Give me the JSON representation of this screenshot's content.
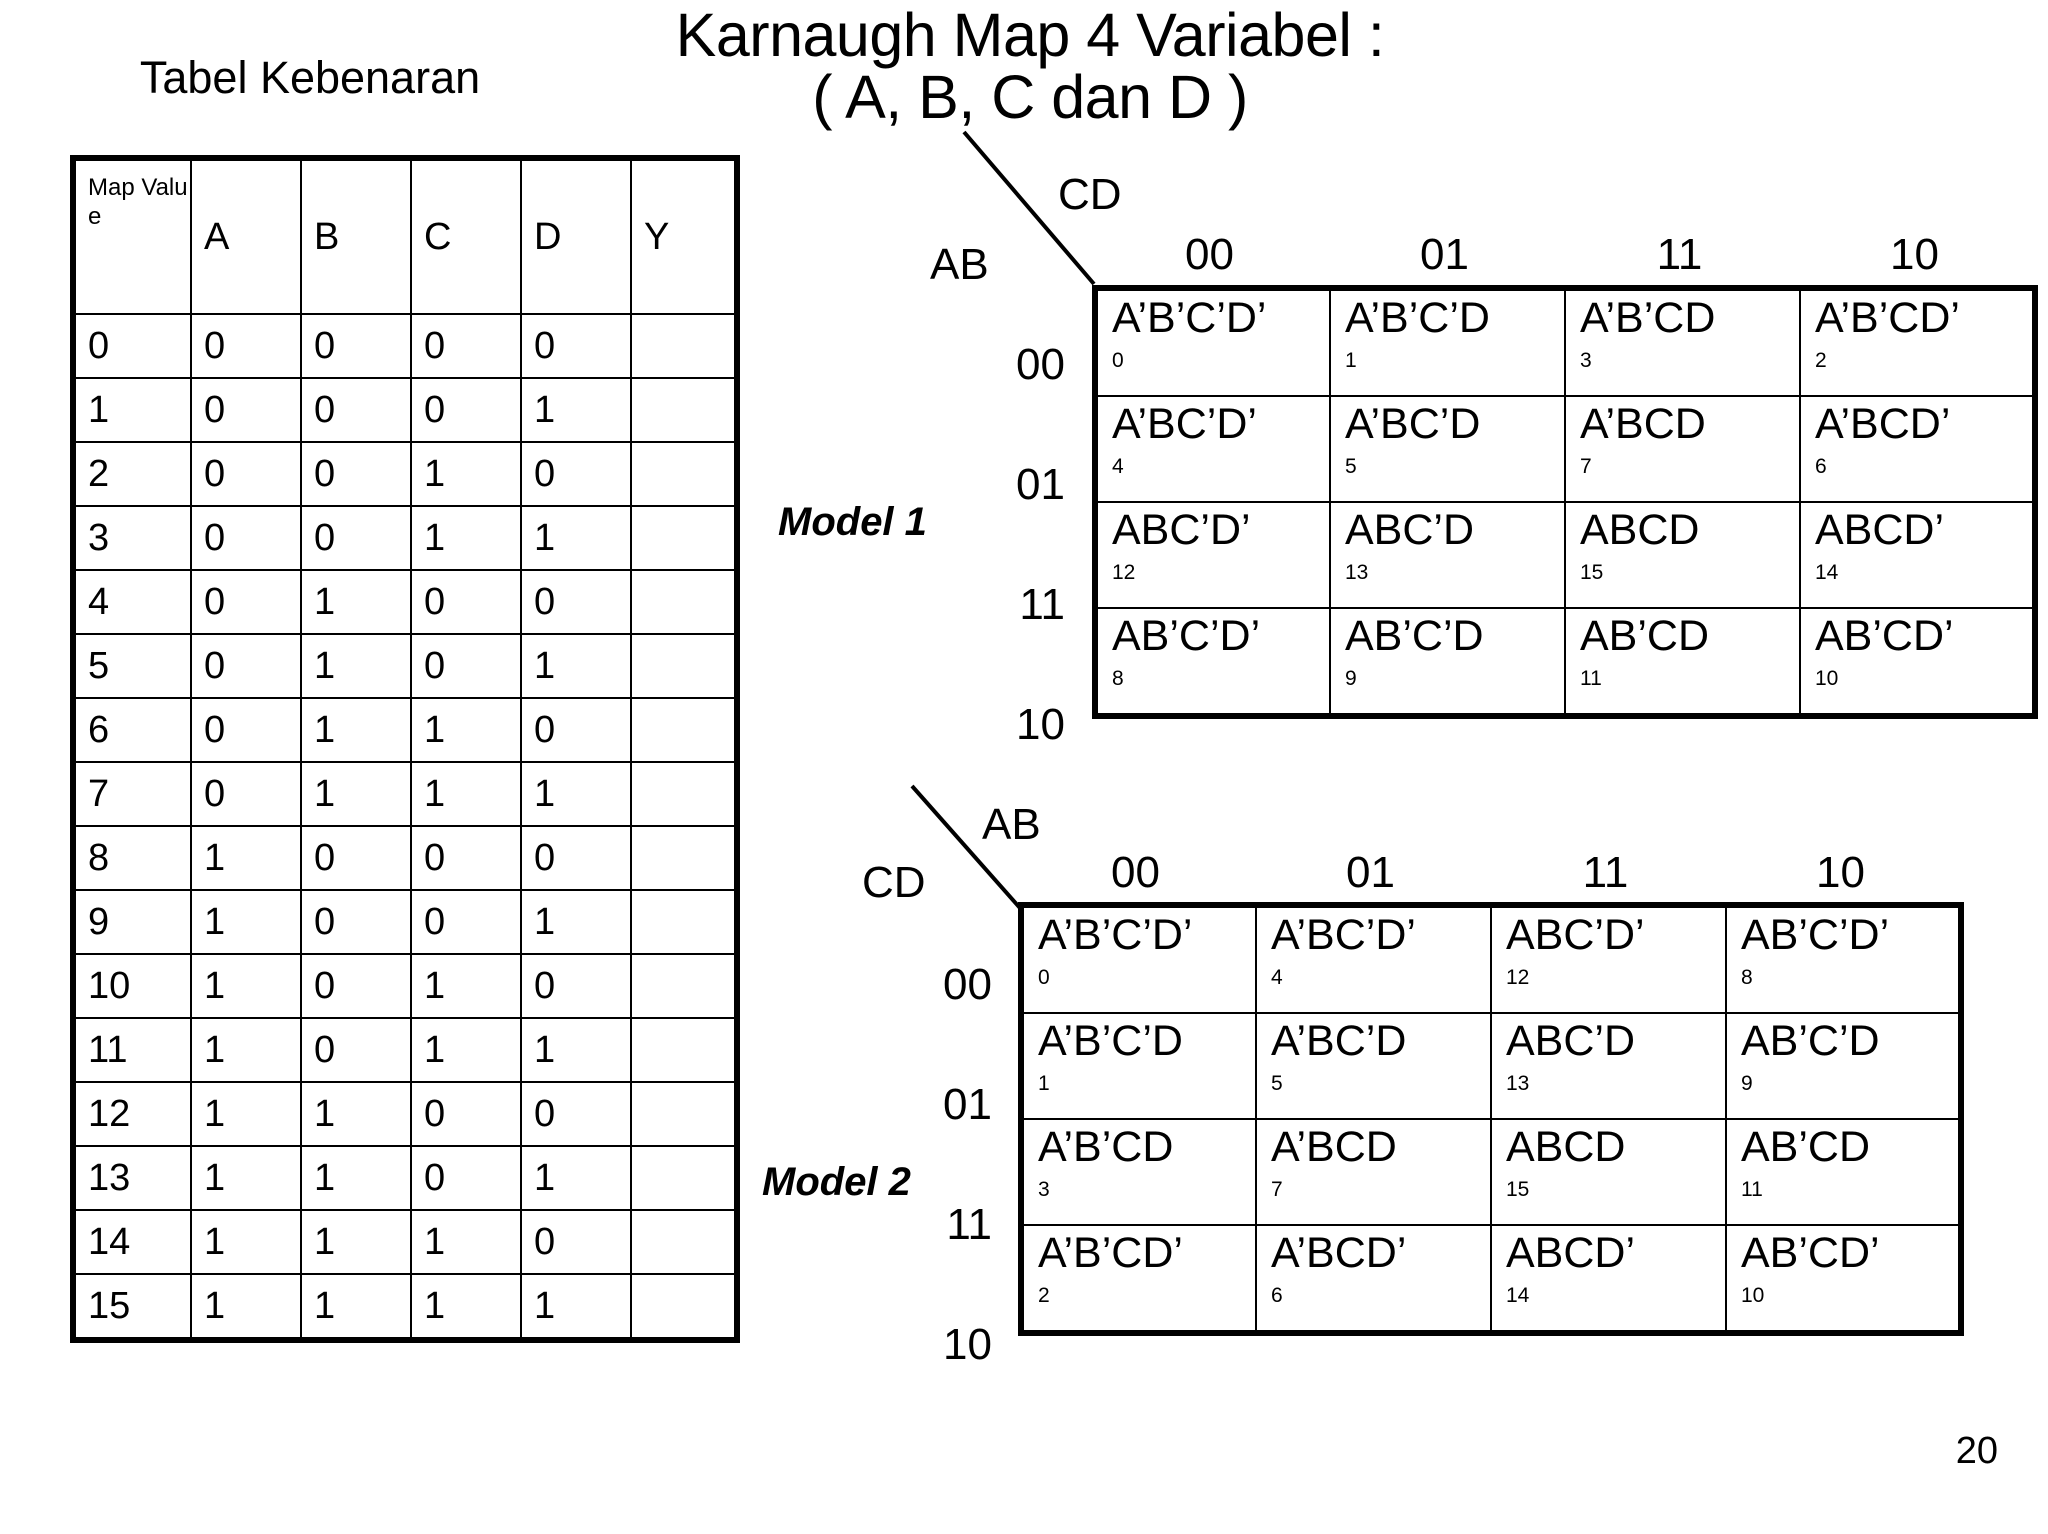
{
  "slide": {
    "title_line1": "Karnaugh Map 4 Variabel :",
    "title_line2": "( A, B, C dan D )",
    "page_number": "20"
  },
  "truth_table": {
    "caption": "Tabel Kebenaran",
    "headers": [
      "Map Value",
      "A",
      "B",
      "C",
      "D",
      "Y"
    ],
    "header_map_value": "Map Value",
    "rows": [
      {
        "map": "0",
        "a": "0",
        "b": "0",
        "c": "0",
        "d": "0",
        "y": ""
      },
      {
        "map": "1",
        "a": "0",
        "b": "0",
        "c": "0",
        "d": "1",
        "y": ""
      },
      {
        "map": "2",
        "a": "0",
        "b": "0",
        "c": "1",
        "d": "0",
        "y": ""
      },
      {
        "map": "3",
        "a": "0",
        "b": "0",
        "c": "1",
        "d": "1",
        "y": ""
      },
      {
        "map": "4",
        "a": "0",
        "b": "1",
        "c": "0",
        "d": "0",
        "y": ""
      },
      {
        "map": "5",
        "a": "0",
        "b": "1",
        "c": "0",
        "d": "1",
        "y": ""
      },
      {
        "map": "6",
        "a": "0",
        "b": "1",
        "c": "1",
        "d": "0",
        "y": ""
      },
      {
        "map": "7",
        "a": "0",
        "b": "1",
        "c": "1",
        "d": "1",
        "y": ""
      },
      {
        "map": "8",
        "a": "1",
        "b": "0",
        "c": "0",
        "d": "0",
        "y": ""
      },
      {
        "map": "9",
        "a": "1",
        "b": "0",
        "c": "0",
        "d": "1",
        "y": ""
      },
      {
        "map": "10",
        "a": "1",
        "b": "0",
        "c": "1",
        "d": "0",
        "y": ""
      },
      {
        "map": "11",
        "a": "1",
        "b": "0",
        "c": "1",
        "d": "1",
        "y": ""
      },
      {
        "map": "12",
        "a": "1",
        "b": "1",
        "c": "0",
        "d": "0",
        "y": ""
      },
      {
        "map": "13",
        "a": "1",
        "b": "1",
        "c": "0",
        "d": "1",
        "y": ""
      },
      {
        "map": "14",
        "a": "1",
        "b": "1",
        "c": "1",
        "d": "0",
        "y": ""
      },
      {
        "map": "15",
        "a": "1",
        "b": "1",
        "c": "1",
        "d": "1",
        "y": ""
      }
    ]
  },
  "kmap_model1": {
    "label": "Model 1",
    "col_axis": "CD",
    "row_axis": "AB",
    "col_headers": [
      "00",
      "01",
      "11",
      "10"
    ],
    "row_headers": [
      "00",
      "01",
      "11",
      "10"
    ],
    "cells": [
      [
        {
          "term": "A’B’C’D’",
          "idx": "0"
        },
        {
          "term": "A’B’C’D",
          "idx": "1"
        },
        {
          "term": "A’B’CD",
          "idx": "3"
        },
        {
          "term": "A’B’CD’",
          "idx": "2"
        }
      ],
      [
        {
          "term": "A’BC’D’",
          "idx": "4"
        },
        {
          "term": "A’BC’D",
          "idx": "5"
        },
        {
          "term": "A’BCD",
          "idx": "7"
        },
        {
          "term": "A’BCD’",
          "idx": "6"
        }
      ],
      [
        {
          "term": "ABC’D’",
          "idx": "12"
        },
        {
          "term": "ABC’D",
          "idx": "13"
        },
        {
          "term": "ABCD",
          "idx": "15"
        },
        {
          "term": "ABCD’",
          "idx": "14"
        }
      ],
      [
        {
          "term": "AB’C’D’",
          "idx": "8"
        },
        {
          "term": "AB’C’D",
          "idx": "9"
        },
        {
          "term": "AB’CD",
          "idx": "11"
        },
        {
          "term": "AB’CD’",
          "idx": "10"
        }
      ]
    ]
  },
  "kmap_model2": {
    "label": "Model 2",
    "col_axis": "AB",
    "row_axis": "CD",
    "col_headers": [
      "00",
      "01",
      "11",
      "10"
    ],
    "row_headers": [
      "00",
      "01",
      "11",
      "10"
    ],
    "cells": [
      [
        {
          "term": "A’B’C’D’",
          "idx": "0"
        },
        {
          "term": "A’BC’D’",
          "idx": "4"
        },
        {
          "term": "ABC’D’",
          "idx": "12"
        },
        {
          "term": "AB’C’D’",
          "idx": "8"
        }
      ],
      [
        {
          "term": "A’B’C’D",
          "idx": "1"
        },
        {
          "term": "A’BC’D",
          "idx": "5"
        },
        {
          "term": "ABC’D",
          "idx": "13"
        },
        {
          "term": "AB’C’D",
          "idx": "9"
        }
      ],
      [
        {
          "term": "A’B’CD",
          "idx": "3"
        },
        {
          "term": "A’BCD",
          "idx": "7"
        },
        {
          "term": "ABCD",
          "idx": "15"
        },
        {
          "term": "AB’CD",
          "idx": "11"
        }
      ],
      [
        {
          "term": "A’B’CD’",
          "idx": "2"
        },
        {
          "term": "A’BCD’",
          "idx": "6"
        },
        {
          "term": "ABCD’",
          "idx": "14"
        },
        {
          "term": "AB’CD’",
          "idx": "10"
        }
      ]
    ]
  }
}
